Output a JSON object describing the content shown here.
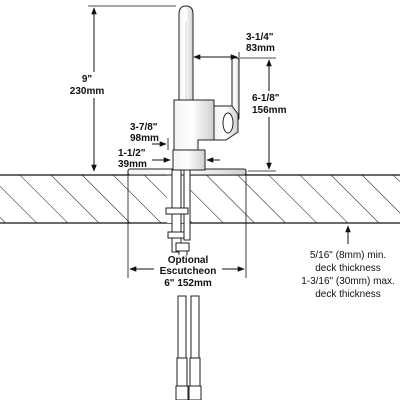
{
  "dimensions": {
    "total_height": {
      "imperial": "9\"",
      "metric": "230mm"
    },
    "spout_reach": {
      "imperial": "3-1/4\"",
      "metric": "83mm"
    },
    "handle_height": {
      "imperial": "6-1/8\"",
      "metric": "156mm"
    },
    "body_width": {
      "imperial": "3-7/8\"",
      "metric": "98mm"
    },
    "base_diameter": {
      "imperial": "1-1/2\"",
      "metric": "39mm"
    },
    "escutcheon": {
      "label_line1": "Optional",
      "label_line2": "Escutcheon",
      "imperial": "6\"",
      "metric": "152mm"
    }
  },
  "deck_notes": [
    "5/16\" (8mm) min.",
    "deck thickness",
    "1-3/16\" (30mm) max.",
    "deck thickness"
  ]
}
